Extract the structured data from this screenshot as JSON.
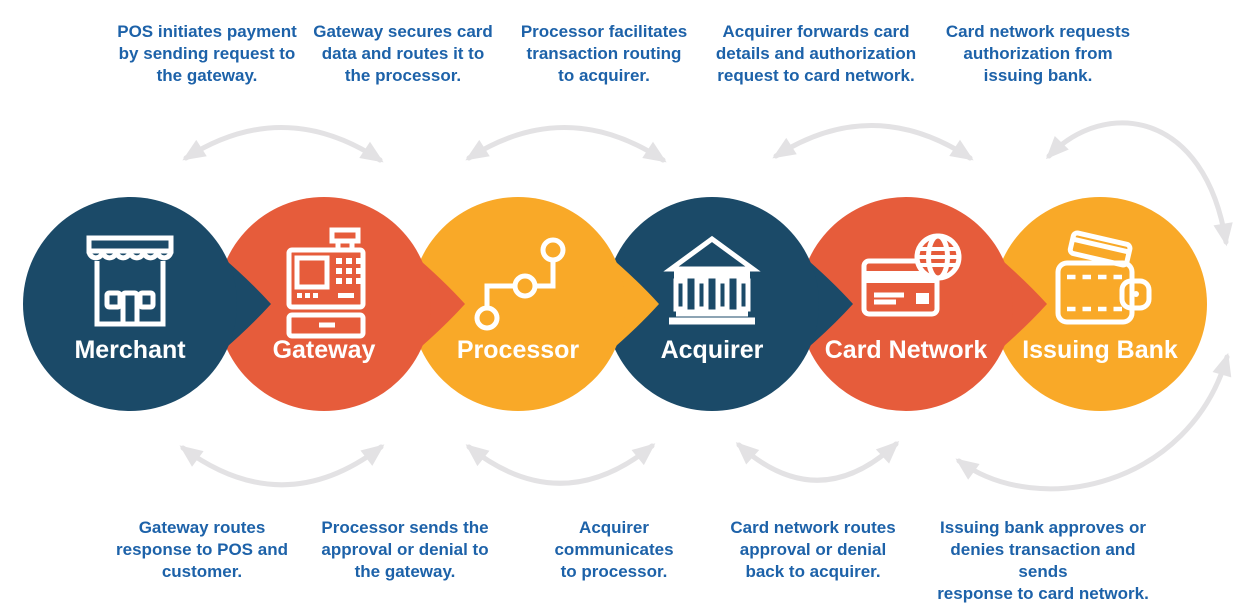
{
  "colors": {
    "navy": "#1B4A68",
    "orange": "#E65C3B",
    "amber": "#F9A928",
    "caption_text": "#1D62A9",
    "node_label_text": "#FFFFFF",
    "icon": "#FFFFFF",
    "arrow": "#E3E2E4"
  },
  "nodes": [
    {
      "label": "Merchant",
      "color": "#1B4A68",
      "icon": "storefront-icon"
    },
    {
      "label": "Gateway",
      "color": "#E65C3B",
      "icon": "pos-terminal-icon"
    },
    {
      "label": "Processor",
      "color": "#F9A928",
      "icon": "network-path-icon"
    },
    {
      "label": "Acquirer",
      "color": "#1B4A68",
      "icon": "bank-icon"
    },
    {
      "label": "Card Network",
      "color": "#E65C3B",
      "icon": "card-globe-icon"
    },
    {
      "label": "Issuing Bank",
      "color": "#F9A928",
      "icon": "wallet-icon"
    }
  ],
  "captions": {
    "top": [
      "POS initiates payment\nby sending request to\nthe gateway.",
      "Gateway secures card\ndata and routes it to\nthe processor.",
      "Processor facilitates\ntransaction routing\nto acquirer.",
      "Acquirer forwards card\ndetails and authorization\nrequest to card network.",
      "Card network requests\nauthorization from\nissuing bank."
    ],
    "bottom": [
      "Gateway routes\nresponse to POS and\ncustomer.",
      "Processor sends the\napproval or denial to\nthe gateway.",
      "Acquirer\ncommunicates\nto processor.",
      "Card network routes\napproval or denial\nback to acquirer.",
      "Issuing bank approves or\ndenies transaction and sends\nresponse to card network."
    ]
  }
}
